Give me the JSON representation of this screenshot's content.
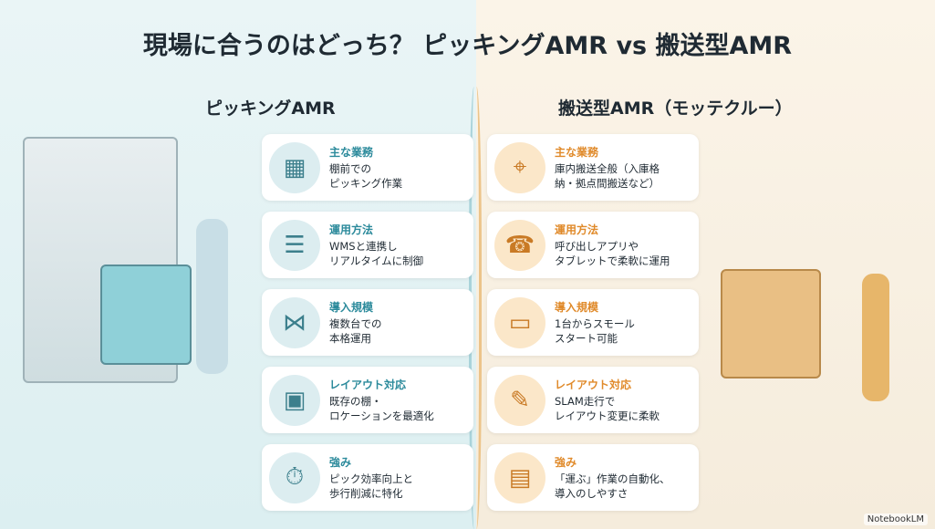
{
  "title": "現場に合うのはどっち？ ピッキングAMR vs 搬送型AMR",
  "left": {
    "heading": "ピッキングAMR",
    "cards": [
      {
        "icon": "shelf-worker-icon",
        "label": "主な業務",
        "text": "棚前での\nピッキング作業"
      },
      {
        "icon": "wms-server-icon",
        "label": "運用方法",
        "text": "WMSと連携し\nリアルタイムに制御"
      },
      {
        "icon": "multi-robot-network-icon",
        "label": "導入規模",
        "text": "複数台での\n本格運用"
      },
      {
        "icon": "floor-map-icon",
        "label": "レイアウト対応",
        "text": "既存の棚・\nロケーションを最適化"
      },
      {
        "icon": "stopwatch-walker-icon",
        "label": "強み",
        "text": "ピック効率向上と\n歩行削減に特化"
      }
    ]
  },
  "right": {
    "heading": "搬送型AMR（モッテクルー）",
    "cards": [
      {
        "icon": "location-transport-icon",
        "label": "主な業務",
        "text": "庫内搬送全般（入庫格\n納・拠点間搬送など）"
      },
      {
        "icon": "smartphone-call-icon",
        "label": "運用方法",
        "text": "呼び出しアプリや\nタブレットで柔軟に運用"
      },
      {
        "icon": "single-robot-icon",
        "label": "導入規模",
        "text": "1台からスモール\nスタート可能"
      },
      {
        "icon": "slam-map-icon",
        "label": "レイアウト対応",
        "text": "SLAM走行で\nレイアウト変更に柔軟"
      },
      {
        "icon": "pallet-icon",
        "label": "強み",
        "text": "「運ぶ」作業の自動化、\n導入のしやすさ"
      }
    ]
  },
  "watermark": "NotebookLM",
  "colors": {
    "left_accent": "#2b8a9b",
    "right_accent": "#e08a2a"
  }
}
